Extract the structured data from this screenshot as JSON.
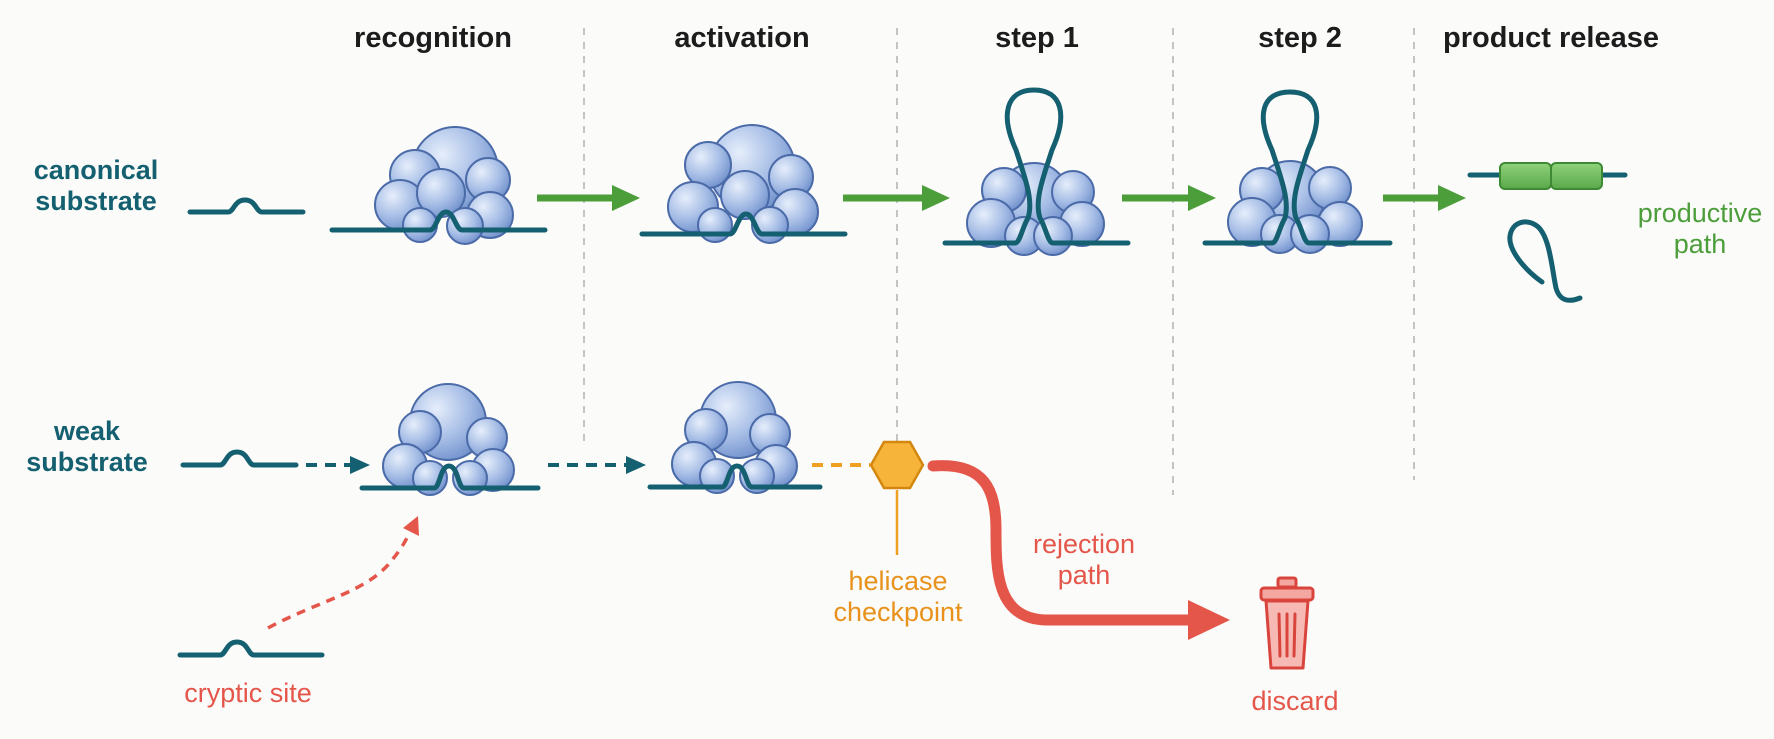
{
  "stages": [
    "recognition",
    "activation",
    "step 1",
    "step 2",
    "product release"
  ],
  "rows": {
    "canonical": "canonical\nsubstrate",
    "weak": "weak\nsubstrate"
  },
  "annotations": {
    "productive": "productive\npath",
    "cryptic": "cryptic site",
    "checkpoint": "helicase\ncheckpoint",
    "rejection": "rejection\npath",
    "discard": "discard"
  },
  "colors": {
    "rna": "#156070",
    "protein_fill": "#a8bfe6",
    "protein_stroke": "#4a6aa8",
    "productive": "#4c9e3a",
    "rejection": "#e5564a",
    "checkpoint": "#f0a020",
    "divider": "#c4c4c4"
  },
  "icons": {
    "checkpoint": "hexagon-icon",
    "discard": "trash-can-icon"
  }
}
